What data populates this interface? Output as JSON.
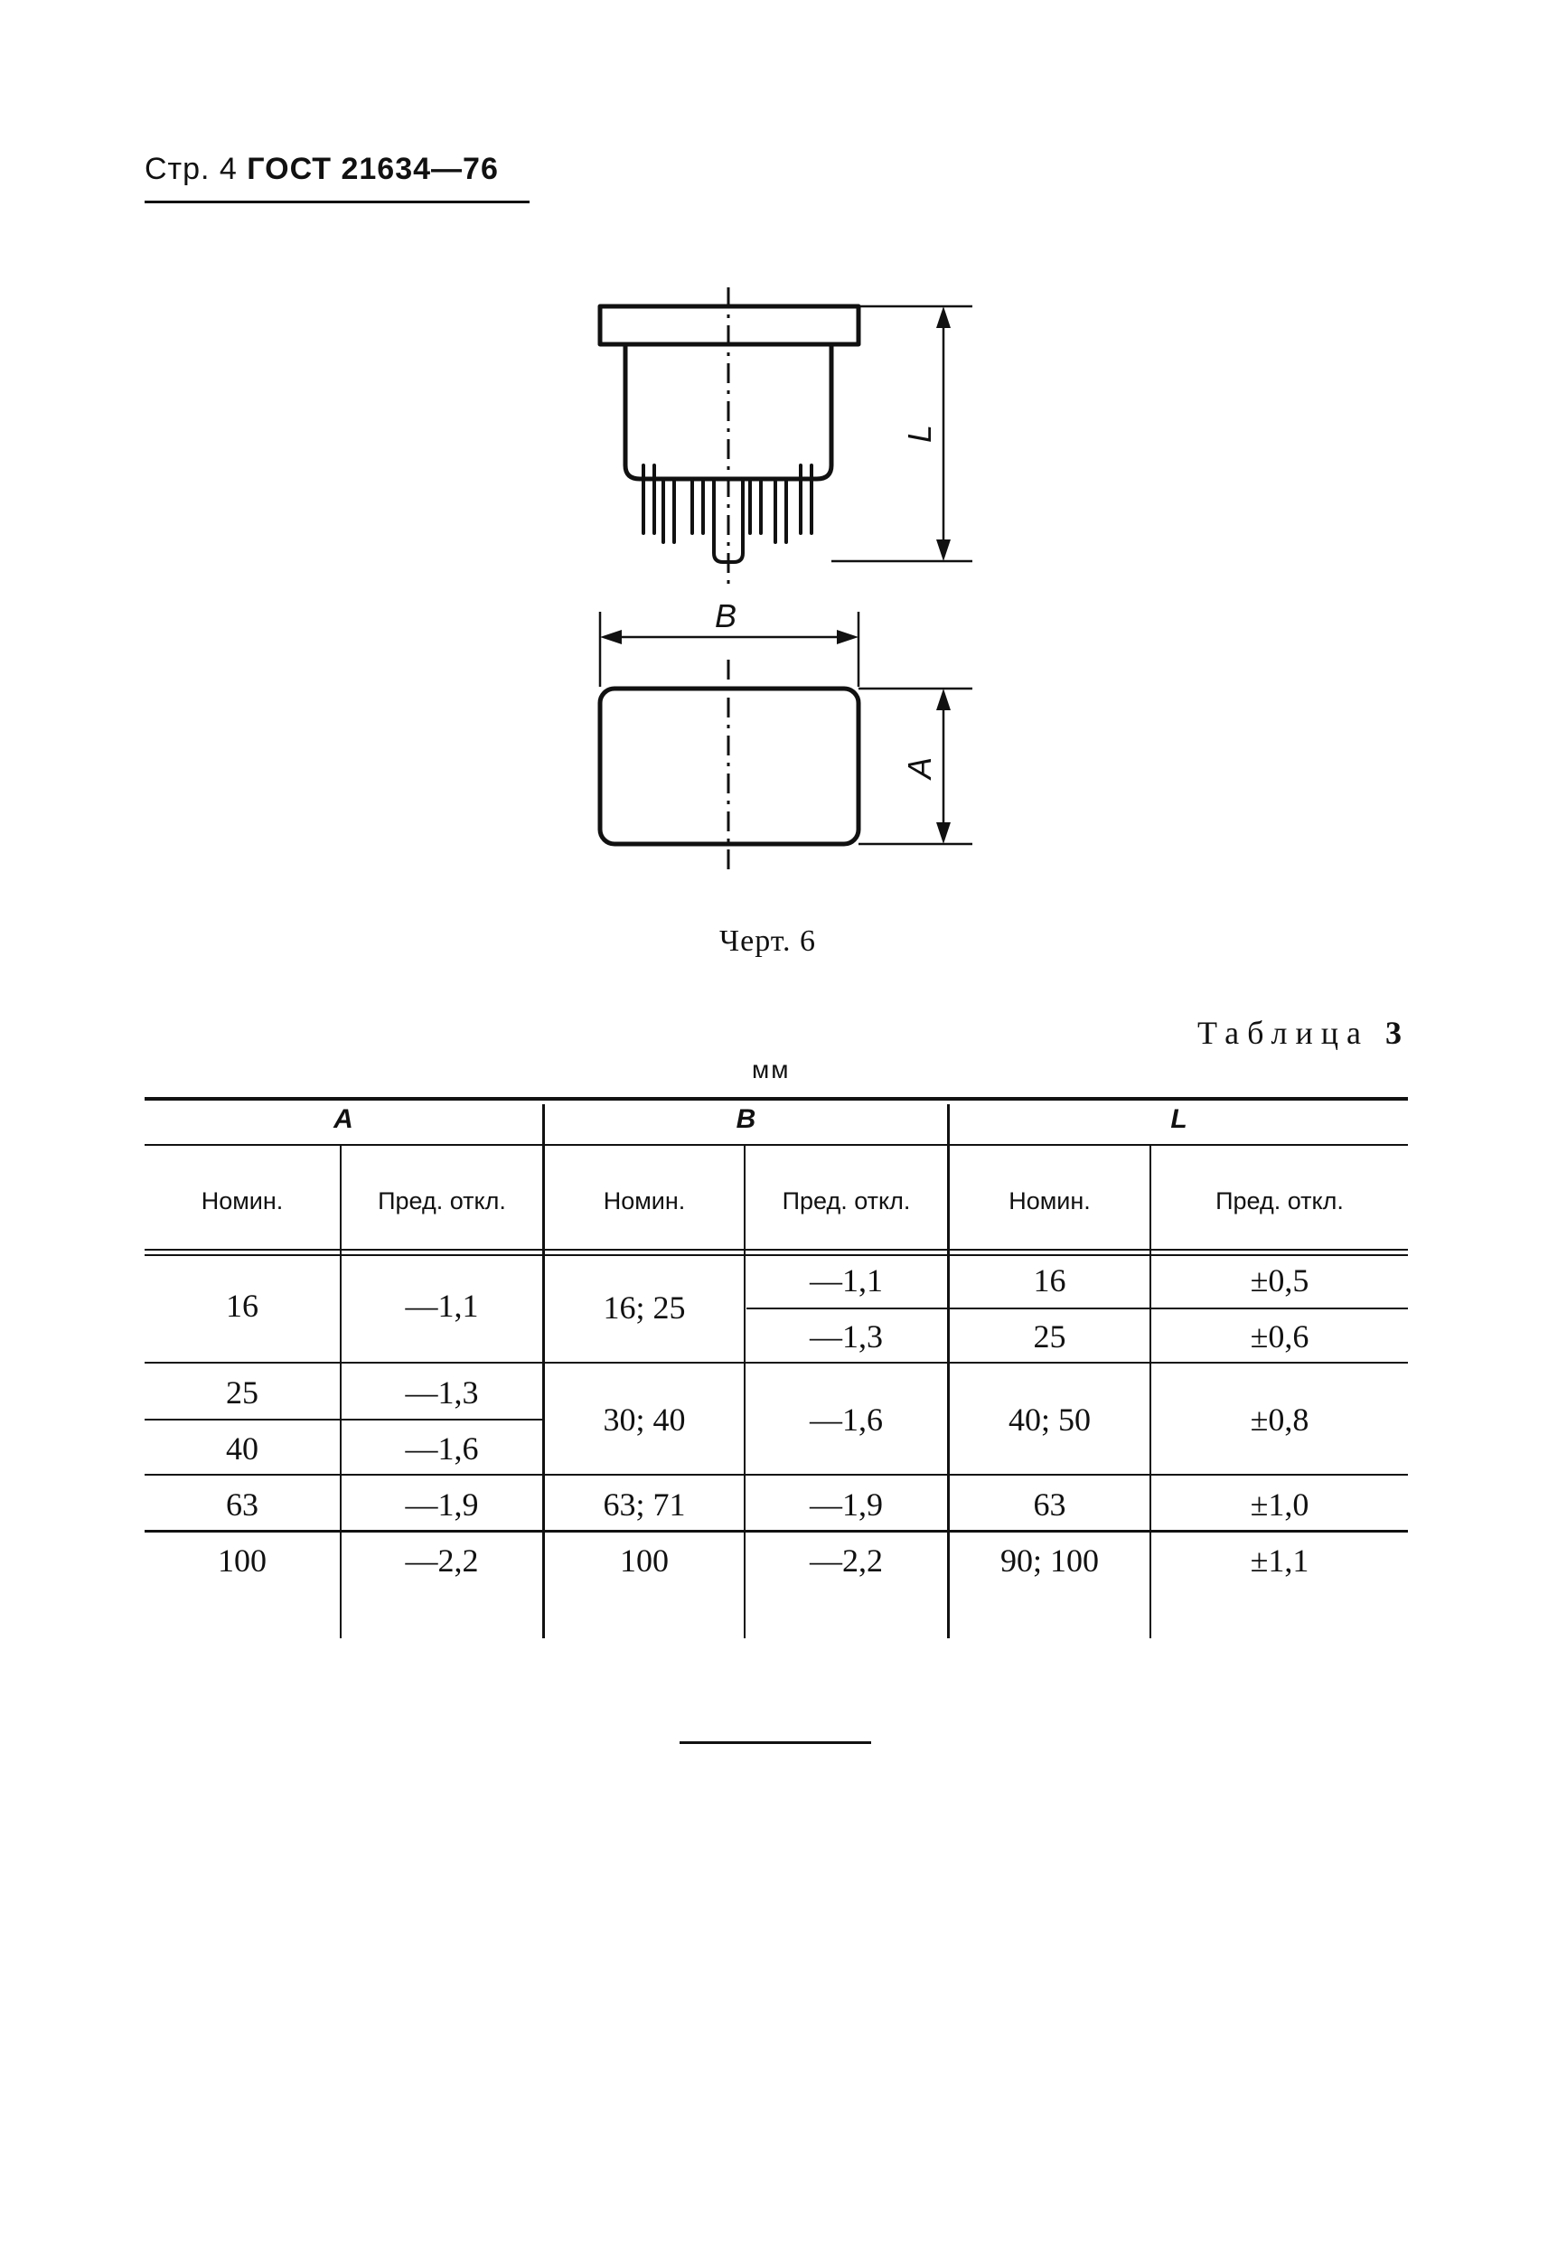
{
  "header": {
    "page": "Стр. 4",
    "standard": "ГОСТ 21634—76"
  },
  "figure": {
    "caption": "Черт. 6",
    "dimension_labels": {
      "L": "L",
      "B": "B",
      "A": "A"
    }
  },
  "table": {
    "title_word": "Таблица",
    "title_number": "3",
    "units": "мм",
    "groups": [
      "A",
      "B",
      "L"
    ],
    "columns": [
      "Номин.",
      "Пред. откл.",
      "Номин.",
      "Пред. откл.",
      "Номин.",
      "Пред. откл."
    ],
    "a_nominal": [
      "16",
      "25",
      "40",
      "63",
      "100"
    ],
    "a_deviation": [
      "—1,1",
      "—1,3",
      "—1,6",
      "—1,9",
      "—2,2"
    ],
    "b_nominal": [
      "16; 25",
      "30; 40",
      "63; 71",
      "100"
    ],
    "b_deviation": [
      "—1,1",
      "—1,3",
      "—1,6",
      "—1,9",
      "—2,2"
    ],
    "l_nominal": [
      "16",
      "25",
      "40; 50",
      "63",
      "90; 100"
    ],
    "l_deviation": [
      "±0,5",
      "±0,6",
      "±0,8",
      "±1,0",
      "±1,1"
    ]
  }
}
